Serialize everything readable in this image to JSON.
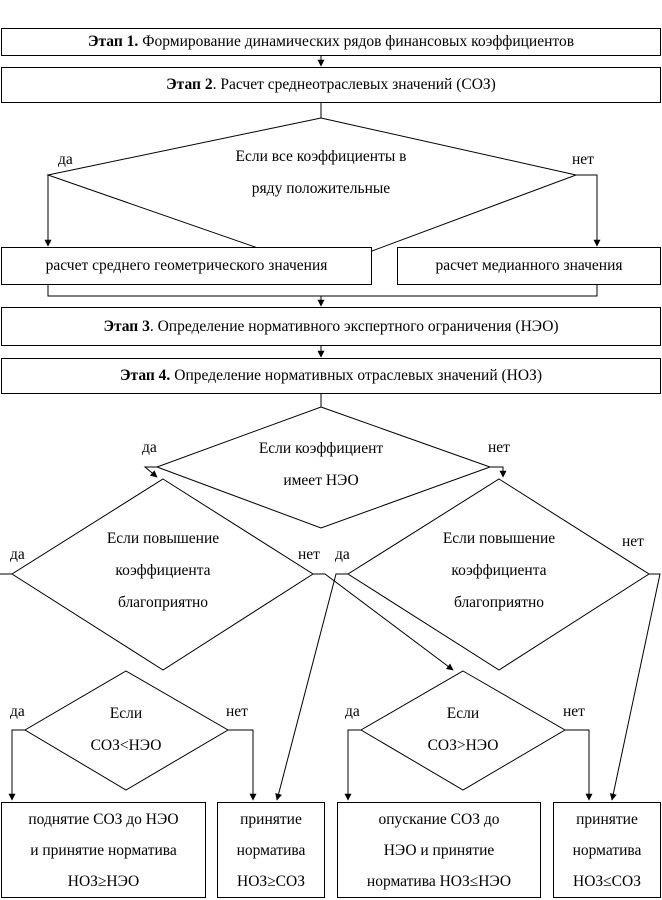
{
  "stages": [
    {
      "prefix": "Этап 1.",
      "text": "Формирование динамических рядов финансовых коэффициентов"
    },
    {
      "prefix": "Этап 2",
      "text": ". Расчет среднеотраслевых значений (СОЗ)"
    },
    {
      "prefix": "Этап 3",
      "text": ". Определение нормативного экспертного ограничения (НЭО)"
    },
    {
      "prefix": "Этап 4.",
      "text": "Определение нормативных отраслевых значений (НОЗ)"
    }
  ],
  "decision_positive": {
    "lines": [
      "Если все коэффициенты в",
      "ряду положительные"
    ],
    "yes": "да",
    "no": "нет"
  },
  "calc_boxes": {
    "geometric": "расчет среднего геометрического значения",
    "median": "расчет медианного значения"
  },
  "decision_neo": {
    "lines": [
      "Если коэффициент",
      "имеет НЭО"
    ],
    "yes": "да",
    "no": "нет"
  },
  "decision_increase_left": {
    "lines": [
      "Если повышение",
      "коэффициента",
      "благоприятно"
    ],
    "yes": "да",
    "no": "нет"
  },
  "decision_increase_right": {
    "lines": [
      "Если повышение",
      "коэффициента",
      "благоприятно"
    ],
    "yes": "да",
    "no": "нет"
  },
  "decision_less": {
    "lines": [
      "Если",
      "СОЗ<НЭО"
    ],
    "yes": "да",
    "no": "нет"
  },
  "decision_greater": {
    "lines": [
      "Если",
      "СОЗ>НЭО"
    ],
    "yes": "да",
    "no": "нет"
  },
  "results": [
    {
      "lines": [
        "поднятие СОЗ до НЭО",
        "и принятие норматива",
        "НОЗ≥НЭО"
      ]
    },
    {
      "lines": [
        "принятие",
        "норматива",
        "НОЗ≥СОЗ"
      ]
    },
    {
      "lines": [
        "опускание СОЗ до",
        "НЭО и принятие",
        "норматива НОЗ≤НЭО"
      ]
    },
    {
      "lines": [
        "принятие",
        "норматива",
        "НОЗ≤СОЗ"
      ]
    }
  ]
}
